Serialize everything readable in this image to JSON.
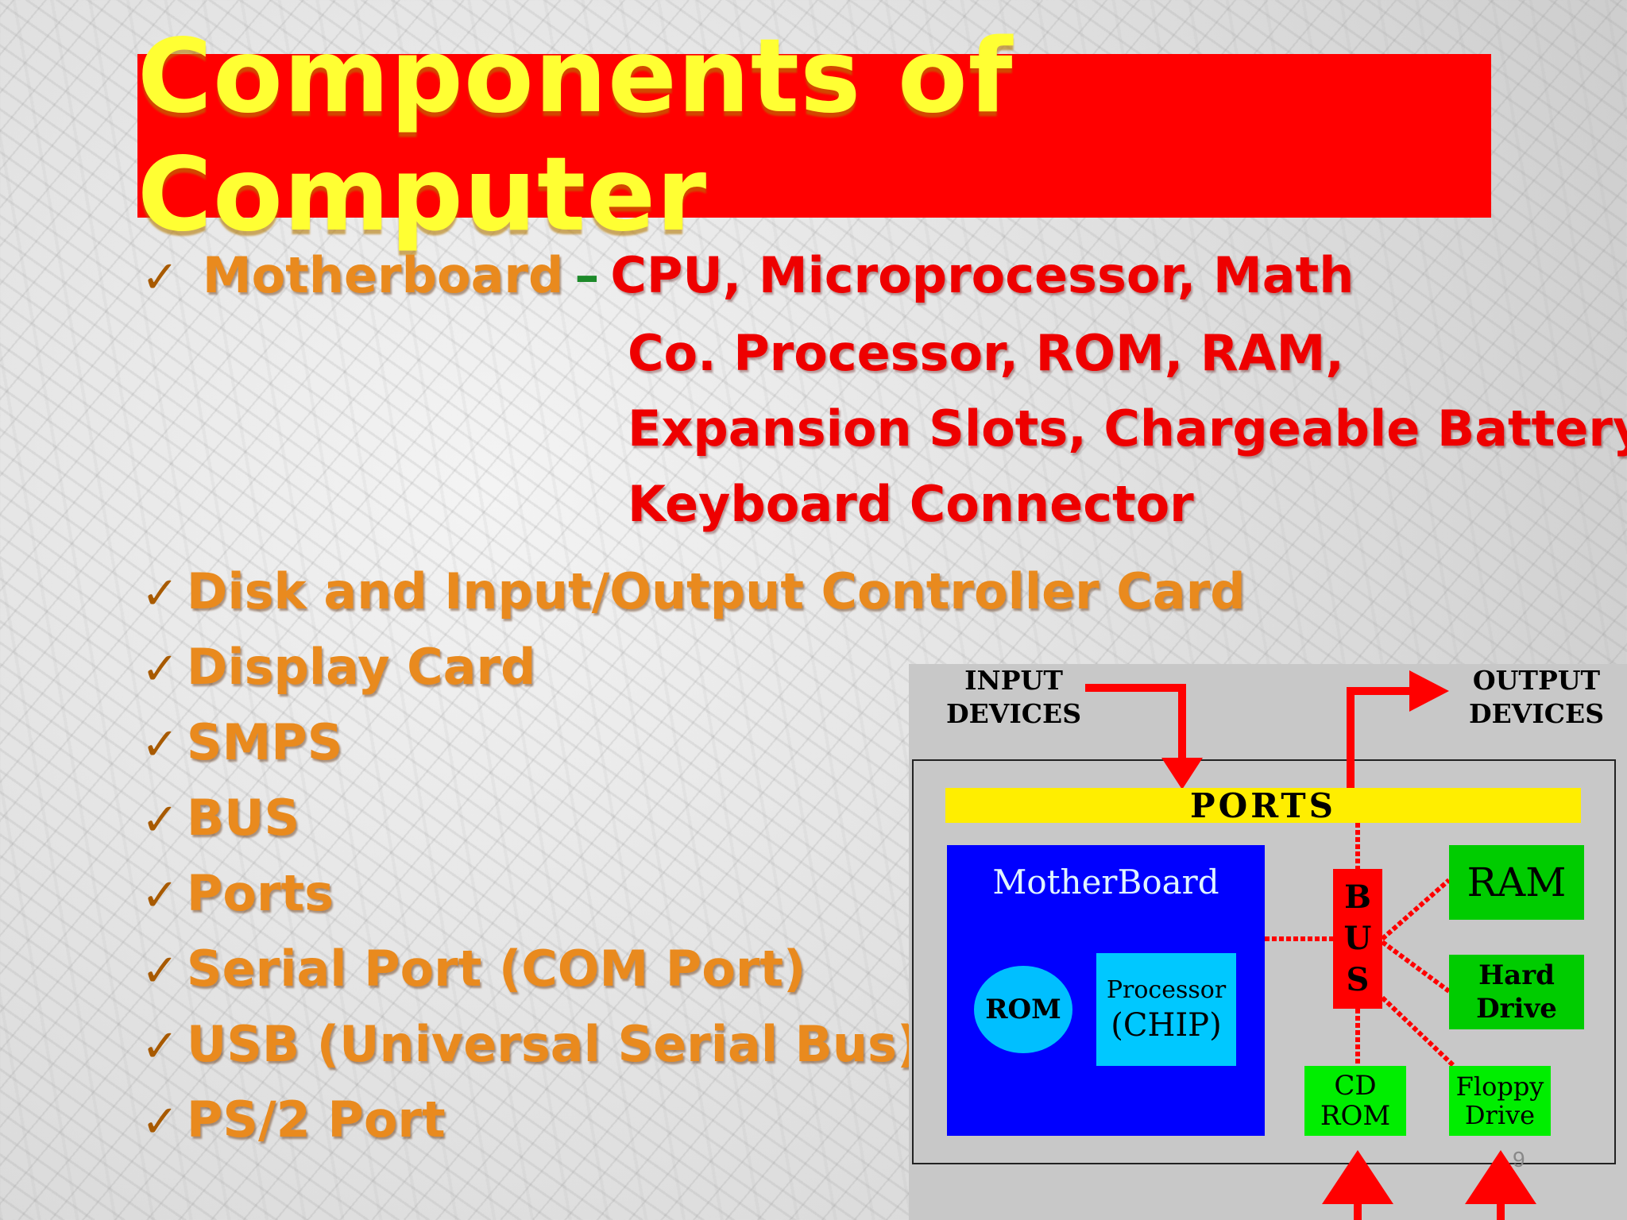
{
  "title": "Components of Computer",
  "bullets": {
    "motherboard": {
      "label": "Motherboard",
      "dash": "–",
      "lines": [
        "CPU, Microprocessor, Math",
        "Co. Processor, ROM, RAM,",
        "Expansion Slots, Chargeable Battery,",
        "Keyboard Connector"
      ]
    },
    "items": [
      "Disk and Input/Output Controller Card",
      "Display Card",
      "SMPS",
      "BUS",
      "Ports",
      "Serial Port (COM Port)",
      "USB (Universal Serial Bus)",
      "PS/2 Port"
    ],
    "check_glyph": "✓"
  },
  "diagram": {
    "input_label": "INPUT\nDEVICES",
    "output_label": "OUTPUT\nDEVICES",
    "ports": "PORTS",
    "motherboard": "MotherBoard",
    "rom": "ROM",
    "processor_line1": "Processor",
    "processor_line2": "(CHIP)",
    "bus": [
      "B",
      "U",
      "S"
    ],
    "ram": "RAM",
    "hard_drive": "Hard\nDrive",
    "cd_rom": "CD\nROM",
    "floppy": "Floppy\nDrive"
  },
  "page_number": "9",
  "colors": {
    "title_bg": "#ff0000",
    "title_text": "#ffff33",
    "bullet_text": "#e98a1e",
    "red_text": "#ee0000",
    "arrow": "#ff0000"
  }
}
